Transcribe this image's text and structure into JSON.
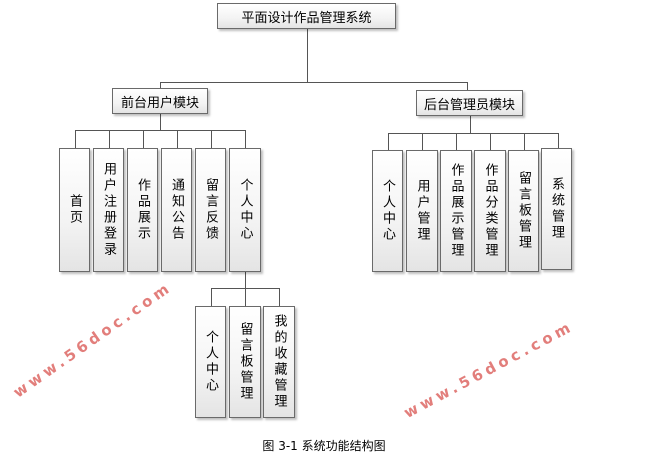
{
  "root": "平面设计作品管理系统",
  "modules": [
    {
      "label": "前台用户模块",
      "children": [
        "首页",
        "用户注册登录",
        "作品展示",
        "通知公告",
        "留言反馈",
        "个人中心"
      ]
    },
    {
      "label": "后台管理员模块",
      "children": [
        "个人中心",
        "用户管理",
        "作品展示管理",
        "作品分类管理",
        "留言板管理",
        "系统管理"
      ]
    }
  ],
  "personal_center_children": [
    "个人中心",
    "留言板管理",
    "我的收藏管理"
  ],
  "caption": "图 3-1 系统功能结构图",
  "watermark": "www.56doc.com"
}
